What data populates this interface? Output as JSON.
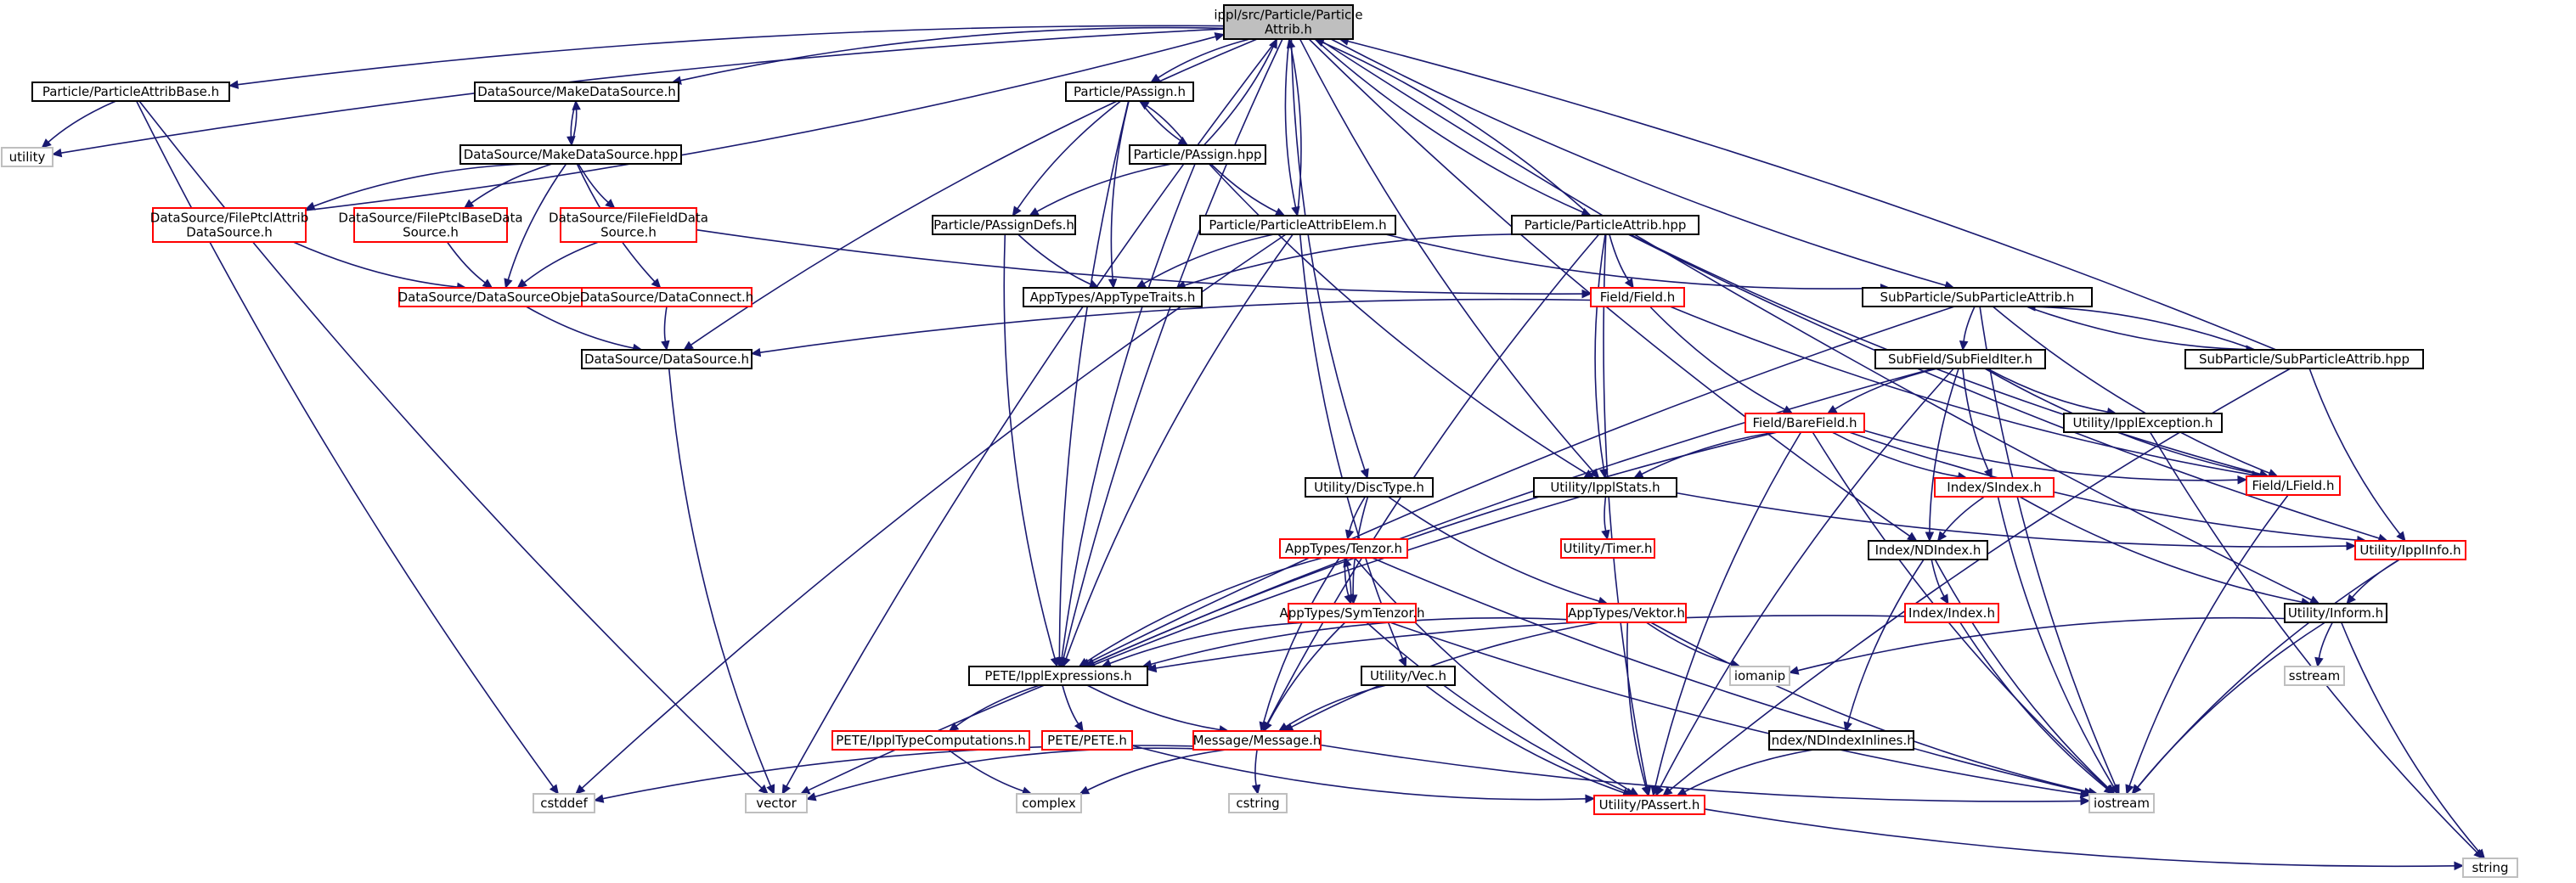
{
  "colors": {
    "edge": "#191970",
    "box_normal": "#000000",
    "box_red": "#ff0000",
    "box_ext": "#bfbfbf",
    "box_current_fill": "#bfbfbf"
  },
  "nodes": [
    {
      "id": "root",
      "lines": [
        "ippl/src/Particle/Particle",
        "Attrib.h"
      ],
      "style": "current"
    },
    {
      "id": "pab",
      "lines": [
        "Particle/ParticleAttribBase.h"
      ],
      "style": "normal"
    },
    {
      "id": "utility",
      "lines": [
        "utility"
      ],
      "style": "ext"
    },
    {
      "id": "mdsh",
      "lines": [
        "DataSource/MakeDataSource.h"
      ],
      "style": "normal"
    },
    {
      "id": "mdshpp",
      "lines": [
        "DataSource/MakeDataSource.hpp"
      ],
      "style": "normal"
    },
    {
      "id": "fpa",
      "lines": [
        "DataSource/FilePtclAttrib",
        "DataSource.h"
      ],
      "style": "red"
    },
    {
      "id": "fpb",
      "lines": [
        "DataSource/FilePtclBaseData",
        "Source.h"
      ],
      "style": "red"
    },
    {
      "id": "ffd",
      "lines": [
        "DataSource/FileFieldData",
        "Source.h"
      ],
      "style": "red"
    },
    {
      "id": "dso",
      "lines": [
        "DataSource/DataSourceObject.h"
      ],
      "style": "red"
    },
    {
      "id": "dc",
      "lines": [
        "DataSource/DataConnect.h"
      ],
      "style": "red"
    },
    {
      "id": "ds",
      "lines": [
        "DataSource/DataSource.h"
      ],
      "style": "normal"
    },
    {
      "id": "pah",
      "lines": [
        "Particle/PAssign.h"
      ],
      "style": "normal"
    },
    {
      "id": "pahpp",
      "lines": [
        "Particle/PAssign.hpp"
      ],
      "style": "normal"
    },
    {
      "id": "pad",
      "lines": [
        "Particle/PAssignDefs.h"
      ],
      "style": "normal"
    },
    {
      "id": "pae",
      "lines": [
        "Particle/ParticleAttribElem.h"
      ],
      "style": "normal"
    },
    {
      "id": "att",
      "lines": [
        "AppTypes/AppTypeTraits.h"
      ],
      "style": "normal"
    },
    {
      "id": "pahpp2",
      "lines": [
        "Particle/ParticleAttrib.hpp"
      ],
      "style": "normal"
    },
    {
      "id": "field",
      "lines": [
        "Field/Field.h"
      ],
      "style": "red"
    },
    {
      "id": "spa",
      "lines": [
        "SubParticle/SubParticleAttrib.h"
      ],
      "style": "normal"
    },
    {
      "id": "spahpp",
      "lines": [
        "SubParticle/SubParticleAttrib.hpp"
      ],
      "style": "normal"
    },
    {
      "id": "sfi",
      "lines": [
        "SubField/SubFieldIter.h"
      ],
      "style": "normal"
    },
    {
      "id": "ie",
      "lines": [
        "Utility/IpplException.h"
      ],
      "style": "normal"
    },
    {
      "id": "bf",
      "lines": [
        "Field/BareField.h"
      ],
      "style": "red"
    },
    {
      "id": "lf",
      "lines": [
        "Field/LField.h"
      ],
      "style": "red"
    },
    {
      "id": "dt",
      "lines": [
        "Utility/DiscType.h"
      ],
      "style": "normal"
    },
    {
      "id": "is",
      "lines": [
        "Utility/IpplStats.h"
      ],
      "style": "normal"
    },
    {
      "id": "si",
      "lines": [
        "Index/SIndex.h"
      ],
      "style": "red"
    },
    {
      "id": "timer",
      "lines": [
        "Utility/Timer.h"
      ],
      "style": "red"
    },
    {
      "id": "ten",
      "lines": [
        "AppTypes/Tenzor.h"
      ],
      "style": "red"
    },
    {
      "id": "ndi",
      "lines": [
        "Index/NDIndex.h"
      ],
      "style": "normal"
    },
    {
      "id": "ii",
      "lines": [
        "Utility/IpplInfo.h"
      ],
      "style": "red"
    },
    {
      "id": "st",
      "lines": [
        "AppTypes/SymTenzor.h"
      ],
      "style": "red"
    },
    {
      "id": "vek",
      "lines": [
        "AppTypes/Vektor.h"
      ],
      "style": "red"
    },
    {
      "id": "idx",
      "lines": [
        "Index/Index.h"
      ],
      "style": "red"
    },
    {
      "id": "inf",
      "lines": [
        "Utility/Inform.h"
      ],
      "style": "normal"
    },
    {
      "id": "iomanip",
      "lines": [
        "iomanip"
      ],
      "style": "ext"
    },
    {
      "id": "sstream",
      "lines": [
        "sstream"
      ],
      "style": "ext"
    },
    {
      "id": "pe",
      "lines": [
        "PETE/IpplExpressions.h"
      ],
      "style": "normal"
    },
    {
      "id": "vec",
      "lines": [
        "Utility/Vec.h"
      ],
      "style": "normal"
    },
    {
      "id": "ptc",
      "lines": [
        "PETE/IpplTypeComputations.h"
      ],
      "style": "red"
    },
    {
      "id": "pete",
      "lines": [
        "PETE/PETE.h"
      ],
      "style": "red"
    },
    {
      "id": "msg",
      "lines": [
        "Message/Message.h"
      ],
      "style": "red"
    },
    {
      "id": "ndii",
      "lines": [
        "Index/NDIndexInlines.h"
      ],
      "style": "normal"
    },
    {
      "id": "cstddef",
      "lines": [
        "cstddef"
      ],
      "style": "ext"
    },
    {
      "id": "vector",
      "lines": [
        "vector"
      ],
      "style": "ext"
    },
    {
      "id": "complex",
      "lines": [
        "complex"
      ],
      "style": "ext"
    },
    {
      "id": "cstring",
      "lines": [
        "cstring"
      ],
      "style": "ext"
    },
    {
      "id": "pas",
      "lines": [
        "Utility/PAssert.h"
      ],
      "style": "red"
    },
    {
      "id": "iostream",
      "lines": [
        "iostream"
      ],
      "style": "ext"
    },
    {
      "id": "string",
      "lines": [
        "string"
      ],
      "style": "ext"
    }
  ],
  "edges": [
    [
      "root",
      "pab"
    ],
    [
      "root",
      "utility"
    ],
    [
      "root",
      "mdsh"
    ],
    [
      "root",
      "ds"
    ],
    [
      "root",
      "pah"
    ],
    [
      "root",
      "pae"
    ],
    [
      "root",
      "vector"
    ],
    [
      "root",
      "pe"
    ],
    [
      "root",
      "dt"
    ],
    [
      "root",
      "is"
    ],
    [
      "root",
      "pahpp2"
    ],
    [
      "root",
      "spa"
    ],
    [
      "root",
      "ndi"
    ],
    [
      "root",
      "inf"
    ],
    [
      "pab",
      "utility"
    ],
    [
      "pab",
      "vector"
    ],
    [
      "pab",
      "cstddef"
    ],
    [
      "mdsh",
      "mdshpp"
    ],
    [
      "mdshpp",
      "mdsh"
    ],
    [
      "mdshpp",
      "fpa"
    ],
    [
      "mdshpp",
      "fpb"
    ],
    [
      "mdshpp",
      "ffd"
    ],
    [
      "mdshpp",
      "dso"
    ],
    [
      "mdshpp",
      "dc"
    ],
    [
      "fpa",
      "root"
    ],
    [
      "fpa",
      "dso"
    ],
    [
      "fpb",
      "dso"
    ],
    [
      "ffd",
      "dso"
    ],
    [
      "ffd",
      "field"
    ],
    [
      "dso",
      "ds"
    ],
    [
      "dc",
      "ds"
    ],
    [
      "ds",
      "vector"
    ],
    [
      "pah",
      "pahpp"
    ],
    [
      "pahpp",
      "pah"
    ],
    [
      "pahpp",
      "root"
    ],
    [
      "pah",
      "pad"
    ],
    [
      "pah",
      "att"
    ],
    [
      "pah",
      "pe"
    ],
    [
      "pahpp",
      "pad"
    ],
    [
      "pahpp",
      "pae"
    ],
    [
      "pahpp",
      "pe"
    ],
    [
      "pahpp",
      "is"
    ],
    [
      "pad",
      "att"
    ],
    [
      "pad",
      "pe"
    ],
    [
      "pae",
      "root"
    ],
    [
      "pae",
      "att"
    ],
    [
      "pae",
      "pe"
    ],
    [
      "pae",
      "cstddef"
    ],
    [
      "pae",
      "vec"
    ],
    [
      "pae",
      "spa"
    ],
    [
      "pahpp2",
      "root"
    ],
    [
      "pahpp2",
      "att"
    ],
    [
      "pahpp2",
      "field"
    ],
    [
      "pahpp2",
      "is"
    ],
    [
      "pahpp2",
      "msg"
    ],
    [
      "pahpp2",
      "pas"
    ],
    [
      "pahpp2",
      "ii"
    ],
    [
      "pahpp2",
      "lf"
    ],
    [
      "field",
      "ds"
    ],
    [
      "field",
      "bf"
    ],
    [
      "field",
      "lf"
    ],
    [
      "spa",
      "spahpp"
    ],
    [
      "spahpp",
      "spa"
    ],
    [
      "spa",
      "sfi"
    ],
    [
      "spa",
      "pe"
    ],
    [
      "spa",
      "iostream"
    ],
    [
      "spa",
      "lf"
    ],
    [
      "spahpp",
      "root"
    ],
    [
      "spahpp",
      "ii"
    ],
    [
      "spahpp",
      "pas"
    ],
    [
      "sfi",
      "bf"
    ],
    [
      "sfi",
      "si"
    ],
    [
      "sfi",
      "ndi"
    ],
    [
      "sfi",
      "lf"
    ],
    [
      "sfi",
      "ie"
    ],
    [
      "sfi",
      "pe"
    ],
    [
      "sfi",
      "pas"
    ],
    [
      "ie",
      "string"
    ],
    [
      "bf",
      "is"
    ],
    [
      "bf",
      "si"
    ],
    [
      "bf",
      "lf"
    ],
    [
      "bf",
      "ii"
    ],
    [
      "bf",
      "pe"
    ],
    [
      "bf",
      "pas"
    ],
    [
      "bf",
      "iostream"
    ],
    [
      "lf",
      "iostream"
    ],
    [
      "dt",
      "ten"
    ],
    [
      "dt",
      "st"
    ],
    [
      "dt",
      "vek"
    ],
    [
      "is",
      "timer"
    ],
    [
      "is",
      "ii"
    ],
    [
      "is",
      "vector"
    ],
    [
      "si",
      "ndi"
    ],
    [
      "si",
      "inf"
    ],
    [
      "si",
      "iostream"
    ],
    [
      "ten",
      "st"
    ],
    [
      "st",
      "ten"
    ],
    [
      "ten",
      "pe"
    ],
    [
      "ten",
      "msg"
    ],
    [
      "ten",
      "pas"
    ],
    [
      "ten",
      "iostream"
    ],
    [
      "st",
      "pe"
    ],
    [
      "st",
      "msg"
    ],
    [
      "st",
      "pas"
    ],
    [
      "st",
      "iostream"
    ],
    [
      "vek",
      "pe"
    ],
    [
      "vek",
      "msg"
    ],
    [
      "vek",
      "pas"
    ],
    [
      "vek",
      "iomanip"
    ],
    [
      "vek",
      "iostream"
    ],
    [
      "ndi",
      "idx"
    ],
    [
      "ndi",
      "ndii"
    ],
    [
      "ndi",
      "iostream"
    ],
    [
      "idx",
      "pe"
    ],
    [
      "idx",
      "iostream"
    ],
    [
      "ii",
      "inf"
    ],
    [
      "ii",
      "iostream"
    ],
    [
      "inf",
      "iomanip"
    ],
    [
      "inf",
      "sstream"
    ],
    [
      "inf",
      "iostream"
    ],
    [
      "inf",
      "string"
    ],
    [
      "pe",
      "ptc"
    ],
    [
      "pe",
      "pete"
    ],
    [
      "pe",
      "msg"
    ],
    [
      "ptc",
      "complex"
    ],
    [
      "pete",
      "pas"
    ],
    [
      "vec",
      "msg"
    ],
    [
      "vec",
      "pas"
    ],
    [
      "msg",
      "cstddef"
    ],
    [
      "msg",
      "vector"
    ],
    [
      "msg",
      "complex"
    ],
    [
      "msg",
      "cstring"
    ],
    [
      "msg",
      "iostream"
    ],
    [
      "ndii",
      "pas"
    ],
    [
      "pas",
      "string"
    ]
  ]
}
